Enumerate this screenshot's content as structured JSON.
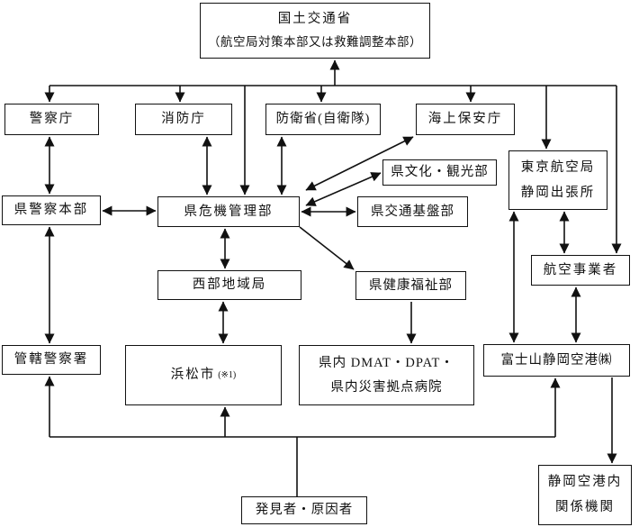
{
  "diagram": {
    "background_color": "#ffffff",
    "line_color": "#111111",
    "nodes": {
      "mlit": {
        "line1": "国土交通省",
        "line2": "（航空局対策本部又は救難調整本部）"
      },
      "npa": {
        "label": "警察庁"
      },
      "fdma": {
        "label": "消防庁"
      },
      "mod": {
        "label": "防衛省(自衛隊)"
      },
      "jcg": {
        "label": "海上保安庁"
      },
      "tokyo_cab": {
        "line1": "東京航空局",
        "line2": "静岡出張所"
      },
      "pref_police_hq": {
        "label": "県警察本部"
      },
      "crisis_mgmt": {
        "label": "県危機管理部"
      },
      "culture_tourism": {
        "label": "県文化・観光部"
      },
      "transport_infra": {
        "label": "県交通基盤部"
      },
      "air_operators": {
        "label": "航空事業者"
      },
      "west_regional": {
        "label": "西部地域局"
      },
      "health_welfare": {
        "label": "県健康福祉部"
      },
      "police_station": {
        "label": "管轄警察署"
      },
      "hamamatsu": {
        "label": "浜松市",
        "note": "(※1)"
      },
      "dmat": {
        "line1": "県内 DMAT・DPAT・",
        "line2": "県内災害拠点病院"
      },
      "fuji_airport": {
        "label": "富士山静岡空港㈱"
      },
      "finder": {
        "label": "発見者・原因者"
      },
      "airport_related": {
        "line1": "静岡空港内",
        "line2": "関係機関"
      }
    }
  }
}
